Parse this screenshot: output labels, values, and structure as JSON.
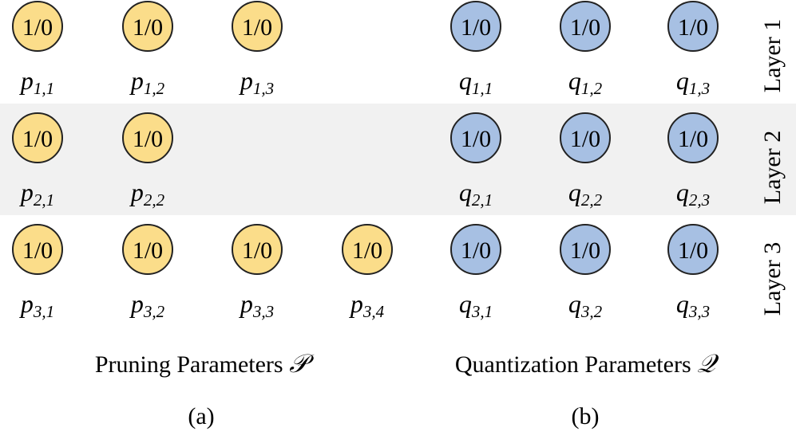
{
  "node_value": "1/0",
  "colors": {
    "pruning_fill": "#fbdd8a",
    "quant_fill": "#a7c0e3",
    "stroke": "#222222",
    "band_fill": "#f1f1f1",
    "background": "#ffffff"
  },
  "layers": [
    {
      "label": "Layer 1",
      "pruning": [
        {
          "base": "p",
          "sub": "1,1"
        },
        {
          "base": "p",
          "sub": "1,2"
        },
        {
          "base": "p",
          "sub": "1,3"
        }
      ],
      "quantization": [
        {
          "base": "q",
          "sub": "1,1"
        },
        {
          "base": "q",
          "sub": "1,2"
        },
        {
          "base": "q",
          "sub": "1,3"
        }
      ]
    },
    {
      "label": "Layer 2",
      "pruning": [
        {
          "base": "p",
          "sub": "2,1"
        },
        {
          "base": "p",
          "sub": "2,2"
        }
      ],
      "quantization": [
        {
          "base": "q",
          "sub": "2,1"
        },
        {
          "base": "q",
          "sub": "2,2"
        },
        {
          "base": "q",
          "sub": "2,3"
        }
      ]
    },
    {
      "label": "Layer 3",
      "pruning": [
        {
          "base": "p",
          "sub": "3,1"
        },
        {
          "base": "p",
          "sub": "3,2"
        },
        {
          "base": "p",
          "sub": "3,3"
        },
        {
          "base": "p",
          "sub": "3,4"
        }
      ],
      "quantization": [
        {
          "base": "q",
          "sub": "3,1"
        },
        {
          "base": "q",
          "sub": "3,2"
        },
        {
          "base": "q",
          "sub": "3,3"
        }
      ]
    }
  ],
  "pruning_caption": {
    "text": "Pruning Parameters ",
    "symbol": "𝒫"
  },
  "quant_caption": {
    "text": "Quantization Parameters ",
    "symbol": "𝒬"
  },
  "pruning_panel_label": "(a)",
  "quant_panel_label": "(b)"
}
